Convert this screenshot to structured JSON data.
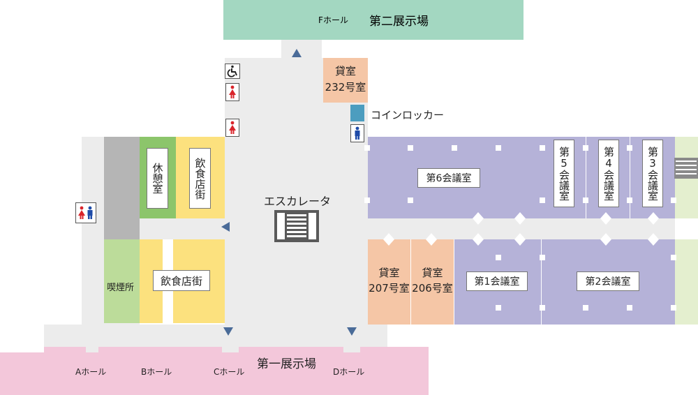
{
  "colors": {
    "corridor": "#ececec",
    "exhibition_f": "#a3d7c1",
    "exhibition_1": "#f3c7da",
    "meeting_room": "#b5b2d8",
    "rental_room": "#f5c6a6",
    "restaurant": "#fce17e",
    "rest_room": "#8cc56b",
    "smoking": "#bcdc9a",
    "service": "#b5b5b5",
    "locker": "#4c9dbf",
    "arrow": "#4a6b98"
  },
  "exhibition_f": {
    "hall": "Fホール",
    "name": "第二展示場"
  },
  "exhibition_1": {
    "name": "第一展示場",
    "halls": [
      "Aホール",
      "Bホール",
      "Cホール",
      "Dホール"
    ]
  },
  "rental_232": {
    "line1": "貸室",
    "line2": "232号室"
  },
  "rental_207": {
    "line1": "貸室",
    "line2": "207号室"
  },
  "rental_206": {
    "line1": "貸室",
    "line2": "206号室"
  },
  "coin_locker": "コインロッカー",
  "rooms": {
    "room6": "第6会議室",
    "room5": "第5会議室",
    "room4": "第4会議室",
    "room3": "第3会議室",
    "room1": "第1会議室",
    "room2": "第2会議室"
  },
  "rest_area": "休憩室",
  "restaurant_vertical": "飲食店街",
  "restaurant_horizontal": "飲食店街",
  "smoking_room": "喫煙所",
  "escalator": "エスカレータ",
  "icons": {
    "wheelchair": "wheelchair-icon",
    "restroom_female": "restroom-female-icon",
    "restroom_male": "restroom-male-icon",
    "restroom_both": "restroom-icon"
  }
}
